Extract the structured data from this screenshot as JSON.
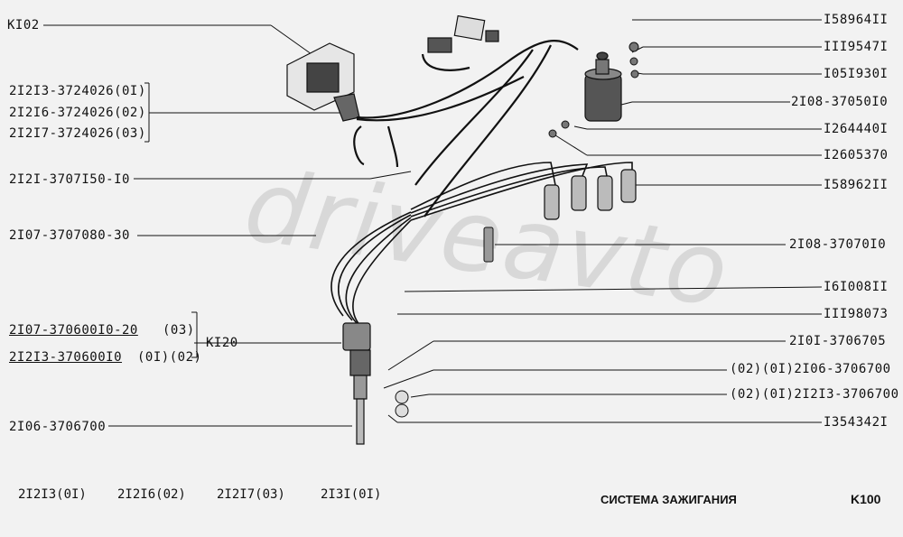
{
  "labels": {
    "k102": "KI02",
    "p21213": "2I2I3-3724026(0I)",
    "p21216": "2I2I6-3724026(02)",
    "p21217": "2I2I7-3724026(03)",
    "p2121": "2I2I-3707I50-I0",
    "p2107_080": "2I07-3707080-30",
    "p2107_010": "2I07-370600I0-20",
    "p2107_010_code": "(03)",
    "p21213_010": "2I2I3-370600I0",
    "p21213_010_code": "(0I)(02)",
    "k120": "KI20",
    "p2106_700": "2I06-3706700",
    "r1": "I58964II",
    "r2": "III9547I",
    "r3": "I05I930I",
    "r4": "2I08-37050I0",
    "r5": "I264440I",
    "r6": "I2605370",
    "r7": "I58962II",
    "r8": "2I08-37070I0",
    "r9": "I6I008II",
    "r10": "III98073",
    "r11": "2I0I-3706705",
    "r12": "(02)(0I)2I06-3706700",
    "r13": "(02)(0I)2I2I3-3706700",
    "r14": "I354342I"
  },
  "footer": {
    "m1": "2I2I3(0I)",
    "m2": "2I2I6(02)",
    "m3": "2I2I7(03)",
    "m4": "2I3I(0I)",
    "title": "СИСТЕМА ЗАЖИГАНИЯ",
    "page": "K100"
  },
  "watermark": "driveavto"
}
